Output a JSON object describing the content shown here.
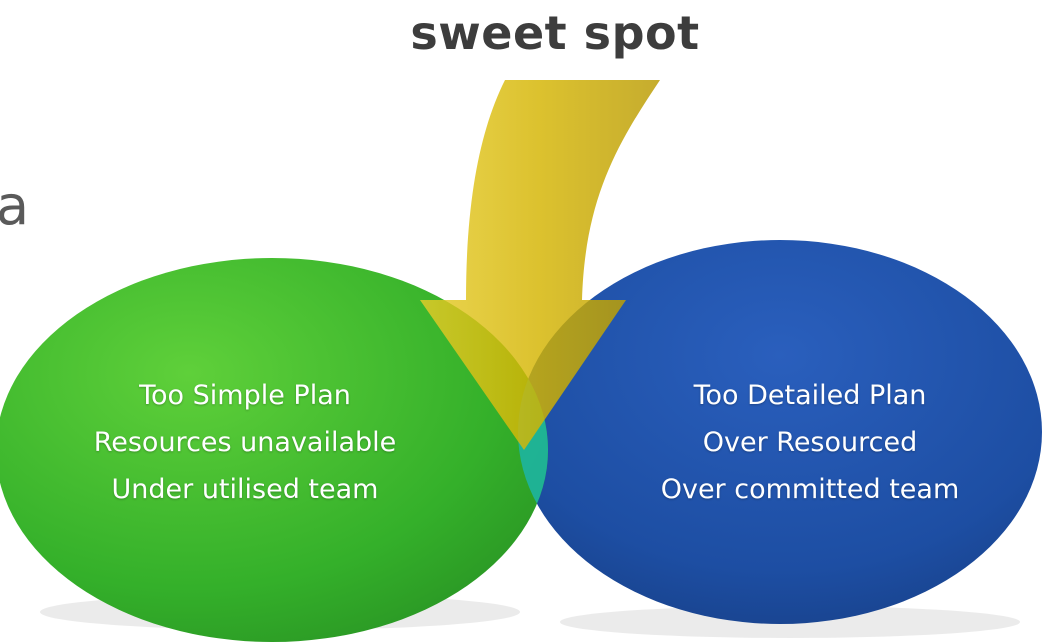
{
  "diagram": {
    "title": "sweet spot",
    "stray_text": "a",
    "left_circle": {
      "lines": [
        "Too Simple Plan",
        "Resources unavailable",
        "Under utilised team"
      ],
      "color": "#3cb42c"
    },
    "right_circle": {
      "lines": [
        "Too Detailed Plan",
        "Over Resourced",
        "Over committed team"
      ],
      "color": "#1e4fa6"
    },
    "overlap_color": "#1fb39a",
    "arrow_color": "#d4b800"
  }
}
